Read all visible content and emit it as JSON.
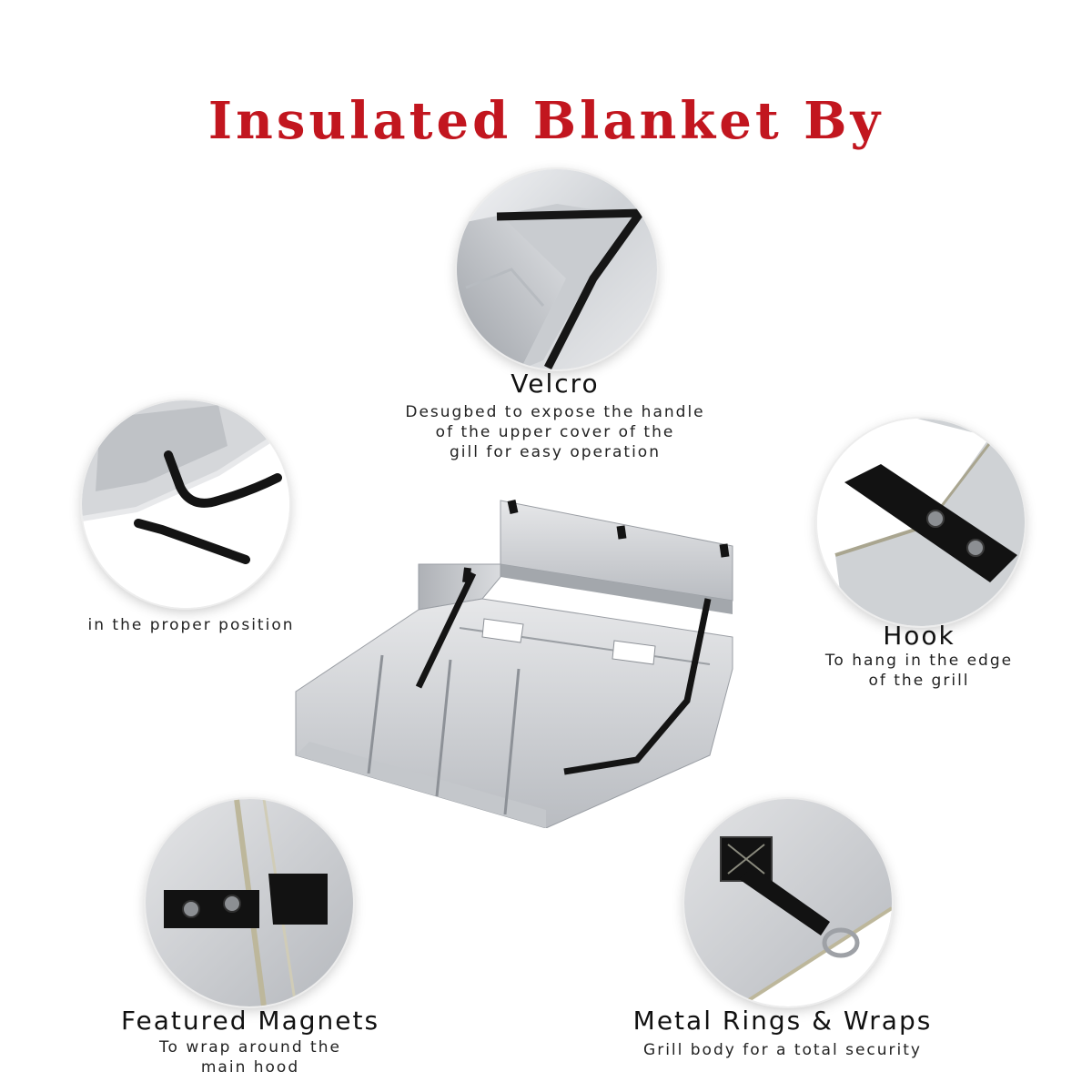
{
  "title": "Insulated Blanket By",
  "features": {
    "velcro": {
      "title": "Velcro",
      "description": "Desugbed to expose the handle\nof the upper cover of the\ngill for easy operation"
    },
    "strap": {
      "description": "in the proper position"
    },
    "hook": {
      "title": "Hook",
      "description": "To hang in the edge\nof the grill"
    },
    "magnets": {
      "title": "Featured Magnets",
      "description": "To wrap around the\nmain hood"
    },
    "rings": {
      "title": "Metal Rings & Wraps",
      "description": "Grill body for a total security"
    }
  },
  "colors": {
    "title": "#c2161f",
    "fabric": "#d3d5d8",
    "strap": "#141414"
  }
}
